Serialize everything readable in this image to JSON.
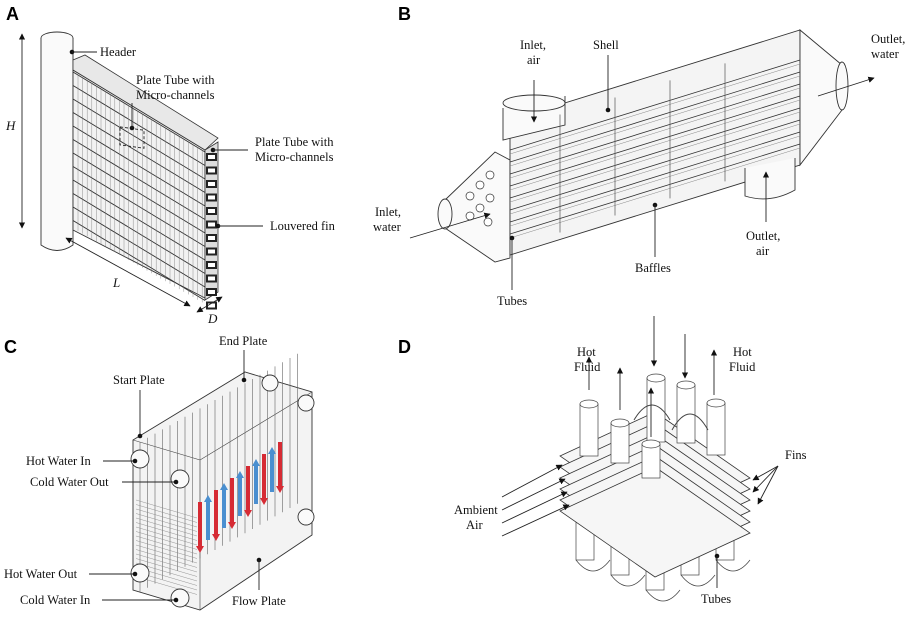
{
  "panels": {
    "a": {
      "letter": "A",
      "labels": {
        "header": "Header",
        "plate_tube_1_line1": "Plate Tube with",
        "plate_tube_1_line2": "Micro-channels",
        "plate_tube_2_line1": "Plate Tube with",
        "plate_tube_2_line2": "Micro-channels",
        "louvered_fin": "Louvered fin"
      },
      "dimensions": {
        "height": "H",
        "length": "L",
        "depth": "D"
      }
    },
    "b": {
      "letter": "B",
      "labels": {
        "inlet_air_line1": "Inlet,",
        "inlet_air_line2": "air",
        "shell": "Shell",
        "outlet_water_line1": "Outlet,",
        "outlet_water_line2": "water",
        "inlet_water_line1": "Inlet,",
        "inlet_water_line2": "water",
        "outlet_air_line1": "Outlet,",
        "outlet_air_line2": "air",
        "baffles": "Baffles",
        "tubes": "Tubes"
      }
    },
    "c": {
      "letter": "C",
      "labels": {
        "end_plate": "End Plate",
        "start_plate": "Start Plate",
        "hot_water_in": "Hot Water In",
        "cold_water_out": "Cold Water Out",
        "hot_water_out": "Hot Water Out",
        "cold_water_in": "Cold Water In",
        "flow_plate": "Flow Plate"
      },
      "colors": {
        "hot": "#d62b34",
        "cold": "#4a8fd0"
      }
    },
    "d": {
      "letter": "D",
      "labels": {
        "hot_fluid_left_line1": "Hot",
        "hot_fluid_left_line2": "Fluid",
        "hot_fluid_right_line1": "Hot",
        "hot_fluid_right_line2": "Fluid",
        "fins": "Fins",
        "ambient_air_line1": "Ambient",
        "ambient_air_line2": "Air",
        "tubes": "Tubes"
      }
    }
  }
}
